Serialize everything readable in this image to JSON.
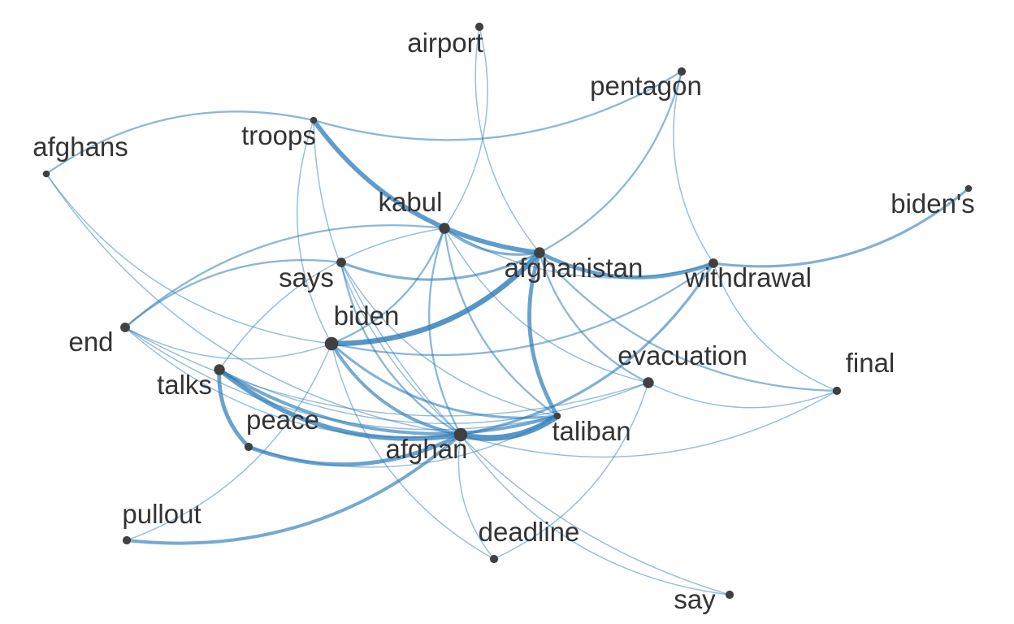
{
  "nodes": [
    {
      "id": "airport",
      "label": "airport",
      "weight": 1
    },
    {
      "id": "pentagon",
      "label": "pentagon",
      "weight": 1
    },
    {
      "id": "troops",
      "label": "troops",
      "weight": 0.5
    },
    {
      "id": "afghans",
      "label": "afghans",
      "weight": 0.5
    },
    {
      "id": "kabul",
      "label": "kabul",
      "weight": 2
    },
    {
      "id": "bidens",
      "label": "biden's",
      "weight": 0.5
    },
    {
      "id": "afghanistan",
      "label": "afghanistan",
      "weight": 2
    },
    {
      "id": "says",
      "label": "says",
      "weight": 1.5
    },
    {
      "id": "withdrawal",
      "label": "withdrawal",
      "weight": 1.5
    },
    {
      "id": "end",
      "label": "end",
      "weight": 1.5
    },
    {
      "id": "biden",
      "label": "biden",
      "weight": 3
    },
    {
      "id": "evacuation",
      "label": "evacuation",
      "weight": 2
    },
    {
      "id": "final",
      "label": "final",
      "weight": 1
    },
    {
      "id": "talks",
      "label": "talks",
      "weight": 2
    },
    {
      "id": "peace",
      "label": "peace",
      "weight": 1
    },
    {
      "id": "afghan",
      "label": "afghan",
      "weight": 3
    },
    {
      "id": "taliban",
      "label": "taliban",
      "weight": 0.5
    },
    {
      "id": "pullout",
      "label": "pullout",
      "weight": 1
    },
    {
      "id": "deadline",
      "label": "deadline",
      "weight": 1
    },
    {
      "id": "say",
      "label": "say",
      "weight": 1
    }
  ],
  "edges": [
    {
      "from": "troops",
      "to": "afghanistan",
      "weight": 6
    },
    {
      "from": "afghanistan",
      "to": "withdrawal",
      "weight": 5
    },
    {
      "from": "biden",
      "to": "afghanistan",
      "weight": 7
    },
    {
      "from": "afghan",
      "to": "taliban",
      "weight": 8
    },
    {
      "from": "talks",
      "to": "afghan",
      "weight": 6
    },
    {
      "from": "peace",
      "to": "afghan",
      "weight": 5
    },
    {
      "from": "talks",
      "to": "peace",
      "weight": 5
    },
    {
      "from": "afghanistan",
      "to": "taliban",
      "weight": 5
    },
    {
      "from": "pullout",
      "to": "afghan",
      "weight": 4
    },
    {
      "from": "afghan",
      "to": "withdrawal",
      "weight": 3
    },
    {
      "from": "biden",
      "to": "afghan",
      "weight": 4
    },
    {
      "from": "biden",
      "to": "taliban",
      "weight": 3
    },
    {
      "from": "talks",
      "to": "taliban",
      "weight": 4
    },
    {
      "from": "kabul",
      "to": "afghanistan",
      "weight": 3
    },
    {
      "from": "says",
      "to": "afghanistan",
      "weight": 3
    },
    {
      "from": "kabul",
      "to": "airport",
      "weight": 1
    },
    {
      "from": "afghanistan",
      "to": "pentagon",
      "weight": 2
    },
    {
      "from": "troops",
      "to": "pentagon",
      "weight": 2
    },
    {
      "from": "troops",
      "to": "afghans",
      "weight": 2
    },
    {
      "from": "withdrawal",
      "to": "bidens",
      "weight": 3
    },
    {
      "from": "airport",
      "to": "afghanistan",
      "weight": 1
    },
    {
      "from": "kabul",
      "to": "end",
      "weight": 2
    },
    {
      "from": "says",
      "to": "end",
      "weight": 2
    },
    {
      "from": "biden",
      "to": "kabul",
      "weight": 2
    },
    {
      "from": "biden",
      "to": "withdrawal",
      "weight": 2
    },
    {
      "from": "afghanistan",
      "to": "evacuation",
      "weight": 2
    },
    {
      "from": "afghanistan",
      "to": "final",
      "weight": 2
    },
    {
      "from": "evacuation",
      "to": "final",
      "weight": 1
    },
    {
      "from": "kabul",
      "to": "evacuation",
      "weight": 1
    },
    {
      "from": "kabul",
      "to": "taliban",
      "weight": 2
    },
    {
      "from": "afghans",
      "to": "afghan",
      "weight": 1
    },
    {
      "from": "afghans",
      "to": "biden",
      "weight": 1
    },
    {
      "from": "end",
      "to": "biden",
      "weight": 1
    },
    {
      "from": "end",
      "to": "taliban",
      "weight": 1
    },
    {
      "from": "end",
      "to": "afghan",
      "weight": 1
    },
    {
      "from": "end",
      "to": "evacuation",
      "weight": 1
    },
    {
      "from": "talks",
      "to": "evacuation",
      "weight": 1
    },
    {
      "from": "afghan",
      "to": "final",
      "weight": 1
    },
    {
      "from": "afghan",
      "to": "deadline",
      "weight": 1
    },
    {
      "from": "afghan",
      "to": "say",
      "weight": 1
    },
    {
      "from": "biden",
      "to": "deadline",
      "weight": 1
    },
    {
      "from": "deadline",
      "to": "evacuation",
      "weight": 1
    },
    {
      "from": "says",
      "to": "say",
      "weight": 1
    },
    {
      "from": "pentagon",
      "to": "withdrawal",
      "weight": 1
    },
    {
      "from": "withdrawal",
      "to": "final",
      "weight": 1
    },
    {
      "from": "troops",
      "to": "biden",
      "weight": 1
    },
    {
      "from": "troops",
      "to": "afghan",
      "weight": 1
    },
    {
      "from": "kabul",
      "to": "talks",
      "weight": 1
    },
    {
      "from": "kabul",
      "to": "afghan",
      "weight": 2
    },
    {
      "from": "kabul",
      "to": "withdrawal",
      "weight": 1
    },
    {
      "from": "pullout",
      "to": "biden",
      "weight": 1
    },
    {
      "from": "says",
      "to": "afghan",
      "weight": 2
    },
    {
      "from": "says",
      "to": "taliban",
      "weight": 1
    },
    {
      "from": "peace",
      "to": "taliban",
      "weight": 1
    }
  ]
}
